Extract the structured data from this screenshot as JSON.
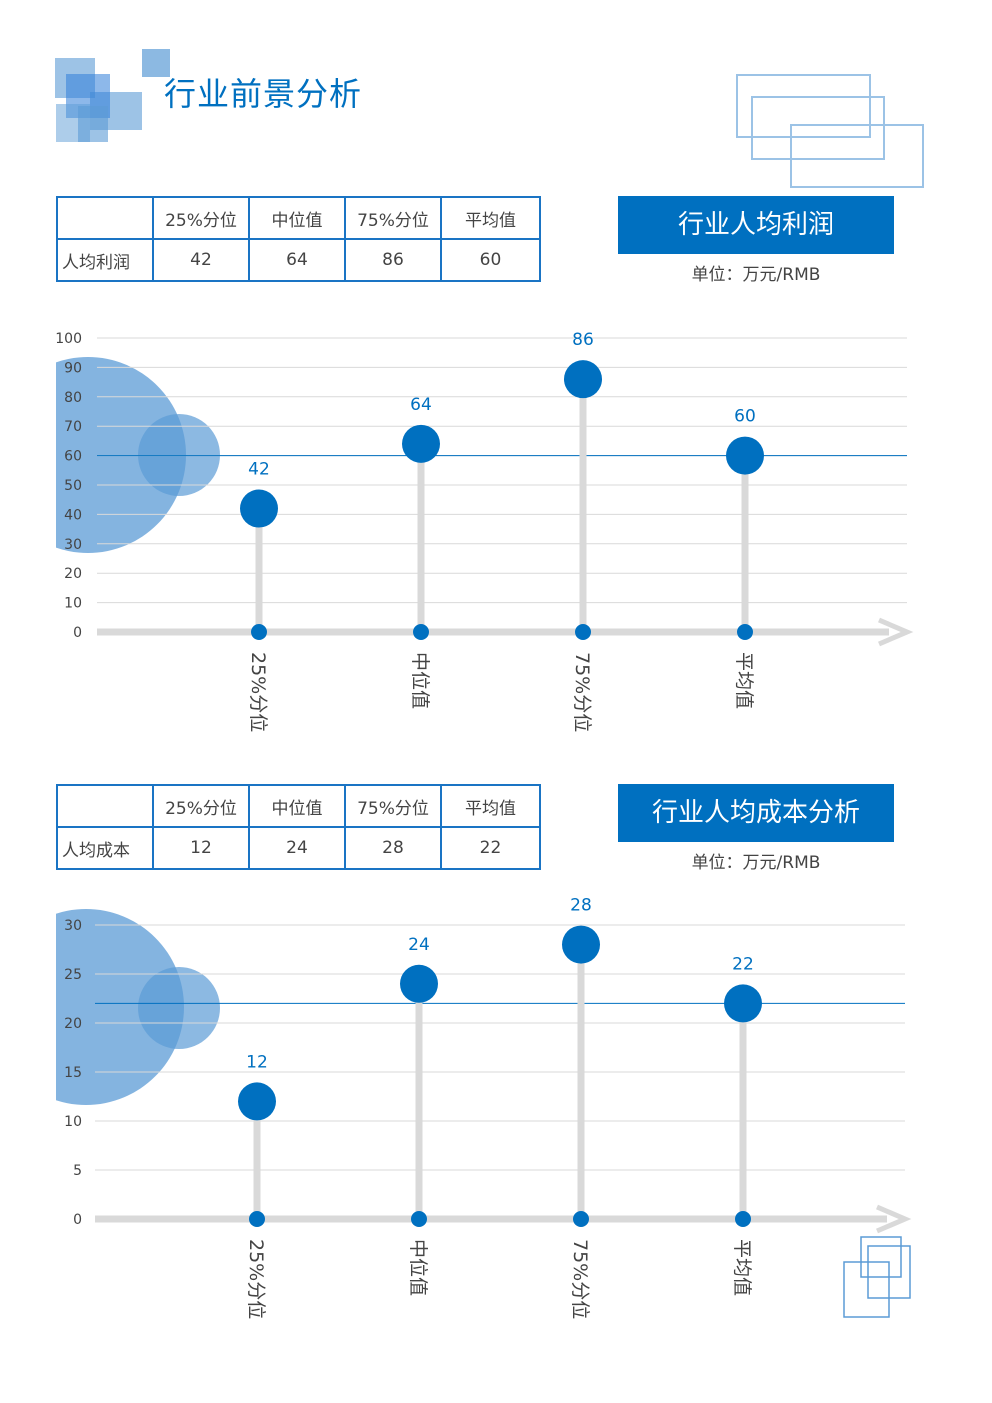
{
  "page": {
    "title": "行业前景分析",
    "colors": {
      "accent": "#0070c0",
      "light": "#5b9bd5",
      "axis": "#d9d9d9",
      "grid": "#d9d9d9"
    }
  },
  "sections": [
    {
      "table": {
        "headers": [
          "",
          "25%分位",
          "中位值",
          "75%分位",
          "平均值"
        ],
        "row_label": "人均利润",
        "values": [
          "42",
          "64",
          "86",
          "60"
        ]
      },
      "banner": "行业人均利润",
      "unit": "单位：万元/RMB"
    },
    {
      "table": {
        "headers": [
          "",
          "25%分位",
          "中位值",
          "75%分位",
          "平均值"
        ],
        "row_label": "人均成本",
        "values": [
          "12",
          "24",
          "28",
          "22"
        ]
      },
      "banner": "行业人均成本分析",
      "unit": "单位：万元/RMB"
    }
  ],
  "chart_data": [
    {
      "type": "scatter",
      "categories": [
        "25%分位",
        "中位值",
        "75%分位",
        "平均值"
      ],
      "values": [
        42,
        64,
        86,
        60
      ],
      "yticks": [
        0,
        10,
        20,
        30,
        40,
        50,
        60,
        70,
        80,
        90,
        100
      ],
      "ylim": [
        0,
        100
      ],
      "reference_line": 60,
      "grid": true
    },
    {
      "type": "scatter",
      "categories": [
        "25%分位",
        "中位值",
        "75%分位",
        "平均值"
      ],
      "values": [
        12,
        24,
        28,
        22
      ],
      "yticks": [
        0,
        5,
        10,
        15,
        20,
        25,
        30
      ],
      "ylim": [
        0,
        30
      ],
      "reference_line": 22,
      "grid": true
    }
  ]
}
